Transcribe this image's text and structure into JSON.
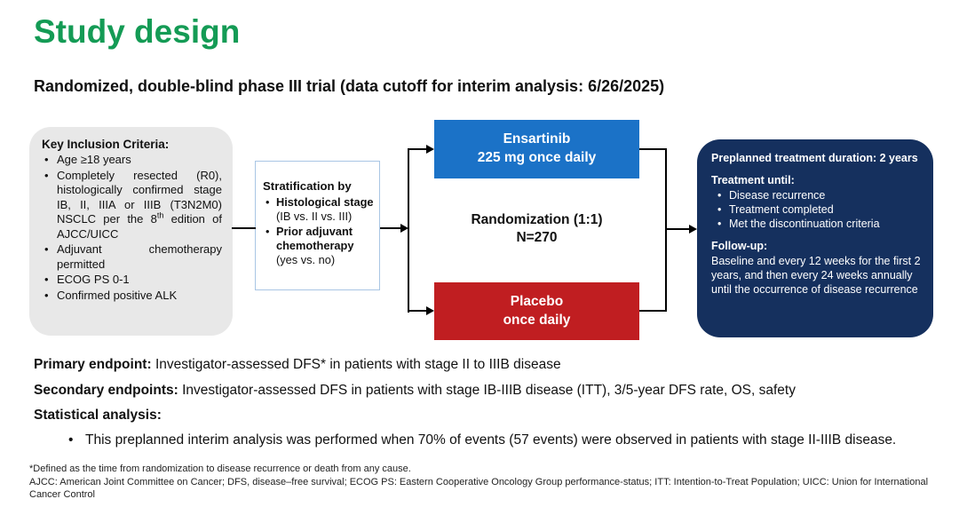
{
  "slide": {
    "title": "Study design",
    "subtitle": "Randomized, double-blind phase III trial (data cutoff for interim analysis: 6/26/2025)"
  },
  "colors": {
    "title_green": "#149B55",
    "ensartinib_blue": "#1B72C7",
    "placebo_red": "#C01E21",
    "outcome_navy": "#15305E",
    "inclusion_gray": "#E8E8E8",
    "stratification_border": "#A9C6E4"
  },
  "inclusion_box": {
    "heading": "Key Inclusion Criteria:",
    "items": [
      {
        "text": "Age ≥18 years"
      },
      {
        "pre": "Completely resected (R0), histologically confirmed stage IB, II, IIIA or IIIB (T3N2M0) NSCLC per the 8",
        "sup": "th",
        "post": " edition of AJCC/UICC"
      },
      {
        "text": "Adjuvant chemotherapy permitted"
      },
      {
        "text": "ECOG PS 0-1"
      },
      {
        "text": "Confirmed positive ALK"
      }
    ]
  },
  "stratification_box": {
    "heading": "Stratification by",
    "items": [
      {
        "bold": "Histological stage",
        "normal": " (IB vs. II vs. III)"
      },
      {
        "bold": "Prior adjuvant chemotherapy",
        "normal": " (yes vs. no)"
      }
    ]
  },
  "randomization": {
    "line1": "Randomization (1:1)",
    "line2": "N=270"
  },
  "arm_ensartinib": {
    "line1": "Ensartinib",
    "line2": "225 mg once daily"
  },
  "arm_placebo": {
    "line1": "Placebo",
    "line2": "once daily"
  },
  "outcome_box": {
    "duration": "Preplanned treatment duration: 2 years",
    "treatment_heading": "Treatment until:",
    "treatment_items": [
      "Disease recurrence",
      "Treatment completed",
      "Met the discontinuation criteria"
    ],
    "followup_heading": "Follow-up:",
    "followup_text": "Baseline and every 12 weeks for the first 2 years, and then every 24 weeks annually until the occurrence of disease recurrence"
  },
  "endpoints": {
    "primary_label": "Primary endpoint:",
    "primary_text": " Investigator-assessed DFS* in patients with stage II to IIIB disease",
    "secondary_label": "Secondary endpoints:",
    "secondary_text": " Investigator-assessed DFS in patients with stage IB-IIIB disease (ITT), 3/5-year DFS rate, OS, safety",
    "statistical_label": "Statistical analysis:",
    "statistical_bullet": "This preplanned interim analysis was performed when 70% of events (57 events) were observed in patients with stage II-IIIB disease."
  },
  "footnotes": {
    "line1": "*Defined as the time from randomization to disease recurrence or death from any cause.",
    "line2": "AJCC: American Joint Committee on Cancer; DFS, disease–free survival; ECOG PS: Eastern Cooperative Oncology Group performance-status; ITT: Intention-to-Treat Population; UICC: Union for International Cancer Control"
  }
}
